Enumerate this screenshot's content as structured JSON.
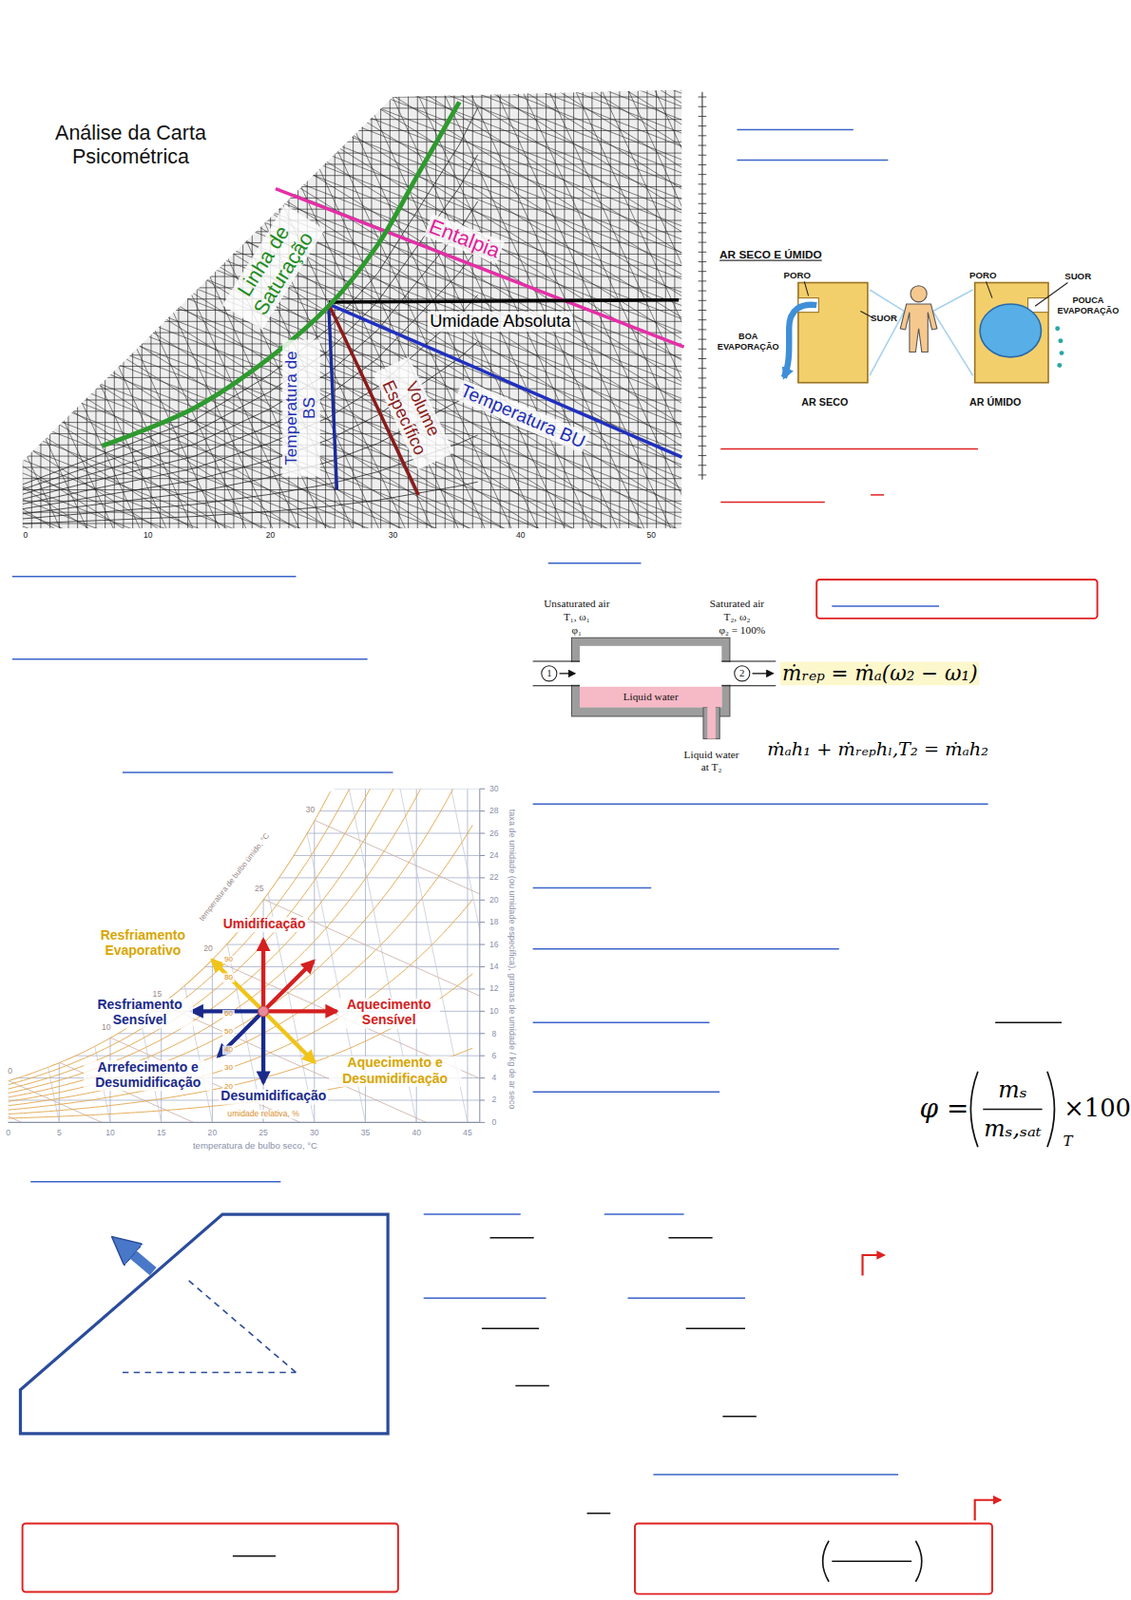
{
  "diagram": {
    "title": "Análise da Carta Psicométrica",
    "nodes": [
      {
        "text": [
          "1"
        ]
      },
      {
        "text": [
          "2"
        ]
      },
      {
        "text": [
          "Liquid water"
        ]
      }
    ],
    "labels": [
      "Linha de Saturação",
      "Entalpia",
      "Umidade Absoluta",
      "Temperatura BU",
      "Temperatura de BS",
      "Volume Específico",
      "0",
      "10",
      "20",
      "30",
      "40",
      "50",
      "AR SECO E ÚMIDO",
      "PORO",
      "SUOR",
      "BOA EVAPORAÇÃO",
      "AR SECO",
      "PORO",
      "SUOR",
      "POUCA EVAPORAÇÃO",
      "AR ÚMIDO",
      "Unsaturated air",
      "T₁, ω₁",
      "φ₁",
      "Saturated air",
      "T₂, ω₂",
      "φ₂ = 100%",
      "Liquid water at T₂",
      "ṁᵣₑₚ = ṁₐ(ω₂ − ω₁)",
      "ṁₐh₁ + ṁᵣₑₚhₗ,T₂ = ṁₐh₂",
      "Resfriamento Evaporativo",
      "Umidificação",
      "Resfriamento Sensível",
      "Aquecimento Sensível",
      "Arrefecimento e Desumidificação",
      "Desumidificação",
      "Aquecimento e Desumidificação",
      "umidade relativa, %",
      "temperatura de bulbo seco, °C",
      "taxa de umidade (ou umidade específica), gramas de umidade / kg de ar seco",
      "temperatura de bulbo úmido, °C",
      "0",
      "5",
      "10",
      "15",
      "20",
      "25",
      "30",
      "35",
      "40",
      "45",
      "0",
      "2",
      "4",
      "6",
      "8",
      "10",
      "12",
      "14",
      "16",
      "18",
      "20",
      "22",
      "24",
      "26",
      "28",
      "30",
      "10",
      "15",
      "20",
      "25",
      "30",
      "0",
      "90",
      "80",
      "60",
      "50",
      "40",
      "30",
      "20",
      "φ =",
      "mₛ",
      "mₛ,ₛₐₜ",
      "T",
      "×100"
    ]
  }
}
